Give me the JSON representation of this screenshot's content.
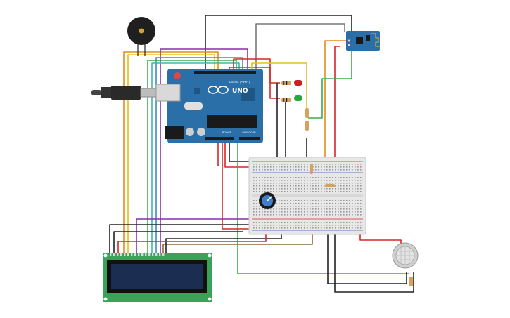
{
  "arduino": {
    "brand": "UNO",
    "digital_header": "DIGITAL (PWM~)",
    "power_header": "POWER",
    "analog_header": "ANALOG IN"
  },
  "colors": {
    "board": "#2a6fa8",
    "board_dark": "#1d5585",
    "lcd_pcb": "#3aa35a",
    "lcd_screen": "#1c2d52",
    "breadboard": "#e7e7e7",
    "wire_red": "#d42828",
    "wire_black": "#222222",
    "wire_orange": "#e8891c",
    "wire_yellow": "#e3c21b",
    "wire_green": "#3cab4a",
    "wire_purple": "#8a2fa8",
    "wire_blue": "#3f88c9",
    "wire_teal": "#3fb7a8",
    "wire_gray": "#7a7a7a",
    "wire_brown": "#8a6a3a",
    "led_red": "#c62020",
    "led_green": "#28a83a"
  },
  "components": [
    {
      "id": "arduino",
      "icon": "arduino-uno-board"
    },
    {
      "id": "breadboard",
      "icon": "breadboard"
    },
    {
      "id": "lcd",
      "icon": "lcd-16x2"
    },
    {
      "id": "buzzer",
      "icon": "piezo-buzzer"
    },
    {
      "id": "wifi",
      "icon": "esp8266-module"
    },
    {
      "id": "potentiometer",
      "icon": "potentiometer"
    },
    {
      "id": "gas_sensor",
      "icon": "gas-sensor"
    },
    {
      "id": "led_red",
      "icon": "red-led"
    },
    {
      "id": "led_green",
      "icon": "green-led"
    },
    {
      "id": "usb",
      "icon": "usb-cable"
    }
  ]
}
